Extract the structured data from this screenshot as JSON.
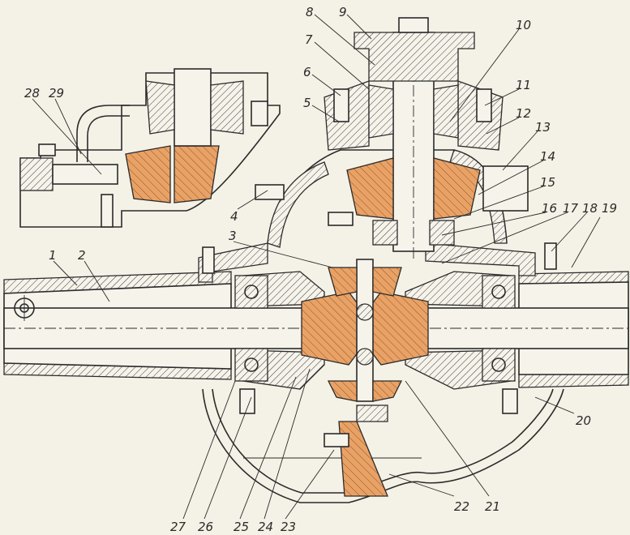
{
  "colors": {
    "background": "#f4f1e6",
    "line": "#2b2b2b",
    "gear_highlight": "#e9a266",
    "hatch": "#3a3a3a"
  },
  "callouts": [
    {
      "id": "1",
      "label": "1"
    },
    {
      "id": "2",
      "label": "2"
    },
    {
      "id": "3",
      "label": "3"
    },
    {
      "id": "4",
      "label": "4"
    },
    {
      "id": "5",
      "label": "5"
    },
    {
      "id": "6",
      "label": "6"
    },
    {
      "id": "7",
      "label": "7"
    },
    {
      "id": "8",
      "label": "8"
    },
    {
      "id": "9",
      "label": "9"
    },
    {
      "id": "10",
      "label": "10"
    },
    {
      "id": "11",
      "label": "11"
    },
    {
      "id": "12",
      "label": "12"
    },
    {
      "id": "13",
      "label": "13"
    },
    {
      "id": "14",
      "label": "14"
    },
    {
      "id": "15",
      "label": "15"
    },
    {
      "id": "16",
      "label": "16"
    },
    {
      "id": "17",
      "label": "17"
    },
    {
      "id": "18",
      "label": "18"
    },
    {
      "id": "19",
      "label": "19"
    },
    {
      "id": "20",
      "label": "20"
    },
    {
      "id": "21",
      "label": "21"
    },
    {
      "id": "22",
      "label": "22"
    },
    {
      "id": "23",
      "label": "23"
    },
    {
      "id": "24",
      "label": "24"
    },
    {
      "id": "25",
      "label": "25"
    },
    {
      "id": "26",
      "label": "26"
    },
    {
      "id": "27",
      "label": "27"
    },
    {
      "id": "28",
      "label": "28"
    },
    {
      "id": "29",
      "label": "29"
    }
  ]
}
